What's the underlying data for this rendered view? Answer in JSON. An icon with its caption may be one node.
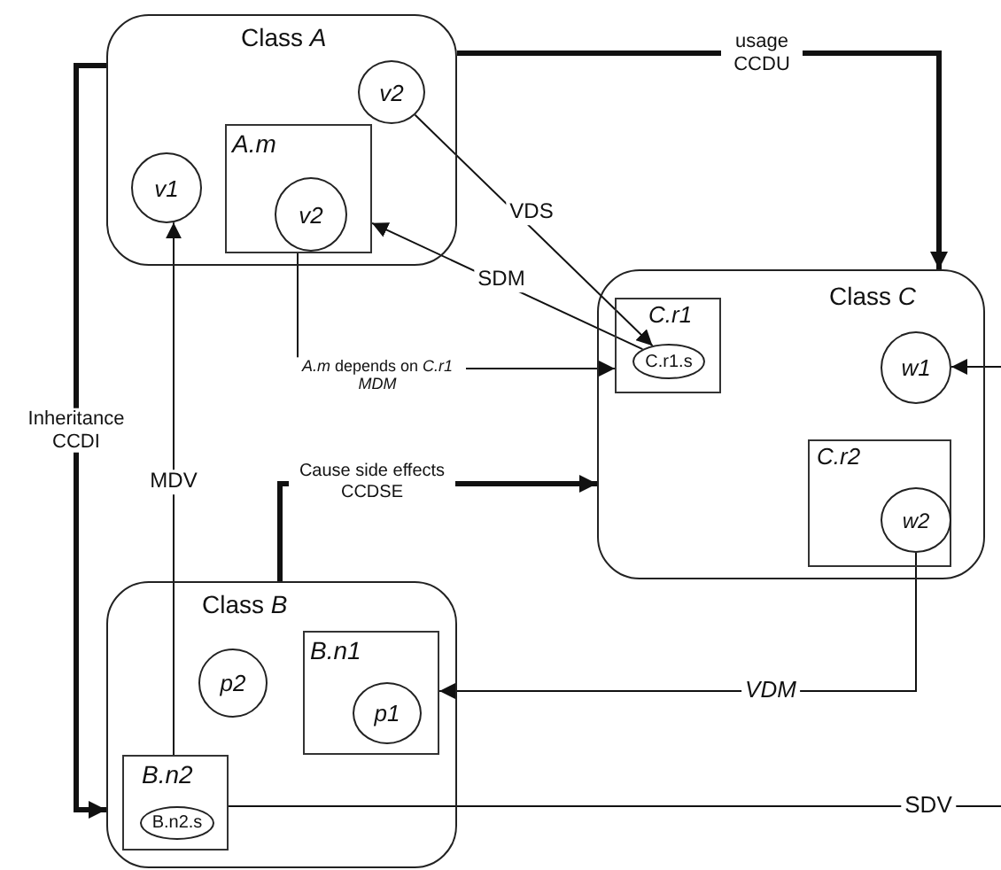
{
  "diagram": {
    "nodes": [
      {
        "text": [
          "Class *A*"
        ]
      },
      {
        "text": [
          "v2"
        ],
        "in": 0
      },
      {
        "text": [
          "v1"
        ],
        "in": 0
      },
      {
        "text": [
          "A.m"
        ],
        "in": 0
      },
      {
        "text": [
          "v2"
        ],
        "in": 3
      },
      {
        "text": [
          "Class *C*"
        ]
      },
      {
        "text": [
          "C.r1"
        ],
        "in": 5
      },
      {
        "text": [
          "C.r1.s"
        ],
        "in": 6
      },
      {
        "text": [
          "w1"
        ],
        "in": 5
      },
      {
        "text": [
          "C.r2"
        ],
        "in": 5
      },
      {
        "text": [
          "w2"
        ],
        "in": 9
      },
      {
        "text": [
          "Class *B*"
        ]
      },
      {
        "text": [
          "p2"
        ],
        "in": 11
      },
      {
        "text": [
          "B.n1"
        ],
        "in": 11
      },
      {
        "text": [
          "p1"
        ],
        "in": 13
      },
      {
        "text": [
          "B.n2"
        ],
        "in": 11
      },
      {
        "text": [
          "B.n2.s"
        ],
        "in": 15
      }
    ],
    "edges": [
      {
        "from": 0,
        "to": 5,
        "arrow": "to",
        "label": "usage CCDU",
        "style": "thick"
      },
      {
        "from": 1,
        "to": 7,
        "arrow": "to",
        "label": "VDS"
      },
      {
        "from": 7,
        "to": 3,
        "arrow": "to",
        "label": "SDM"
      },
      {
        "from": 3,
        "to": 6,
        "arrow": "to",
        "label": "*A.m* depends on *C.r1* *MDM*"
      },
      {
        "from": null,
        "to": 8,
        "arrow": "to"
      },
      {
        "from": 0,
        "to": 11,
        "arrow": "to",
        "label": "Inheritance CCDI",
        "style": "thick"
      },
      {
        "from": 15,
        "to": 2,
        "arrow": "to",
        "label": "MDV"
      },
      {
        "from": 11,
        "to": 5,
        "arrow": "to",
        "label": "Cause side effects CCDSE",
        "style": "thick"
      },
      {
        "from": 10,
        "to": 13,
        "arrow": "to",
        "label": "VDM"
      },
      {
        "from": 15,
        "to": null,
        "arrow": "none",
        "label": "SDV"
      }
    ]
  }
}
